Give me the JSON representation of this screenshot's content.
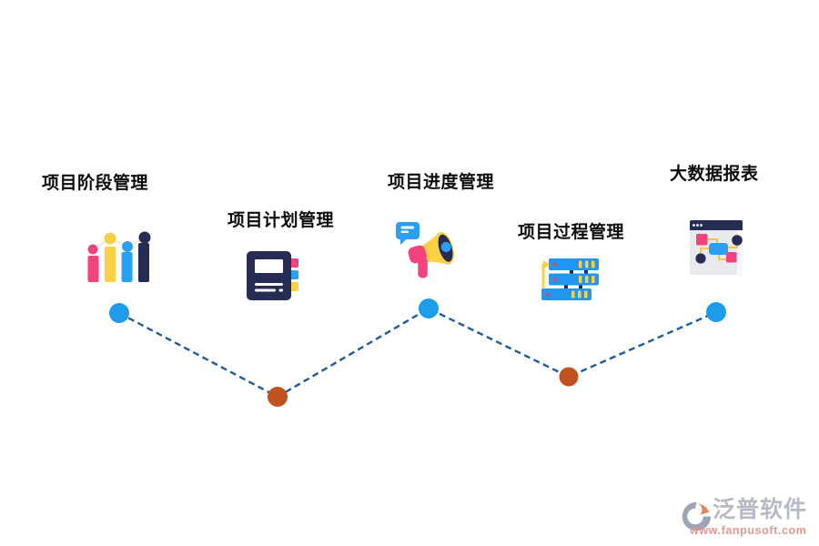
{
  "stages": [
    {
      "label": "项目阶段管理",
      "icon": "bar-chart-icon",
      "node_color": "#1e9ceb"
    },
    {
      "label": "项目计划管理",
      "icon": "notebook-icon",
      "node_color": "#c0521f"
    },
    {
      "label": "项目进度管理",
      "icon": "megaphone-icon",
      "node_color": "#1e9ceb"
    },
    {
      "label": "项目过程管理",
      "icon": "server-stack-icon",
      "node_color": "#c0521f"
    },
    {
      "label": "大数据报表",
      "icon": "report-window-icon",
      "node_color": "#1e9ceb"
    }
  ],
  "connector": {
    "style": "dashed",
    "color": "#1f5c9c"
  },
  "watermark": {
    "brand": "泛普软件",
    "url": "www.fanpusoft.com"
  },
  "colors": {
    "connector": "#1f5c9c",
    "node-blue": "#1e9ceb",
    "node-orange": "#c0521f",
    "icon-pink": "#f2437e",
    "icon-yellow": "#fcd044",
    "icon-blue": "#2aa0f4",
    "icon-navy": "#272c55",
    "server-blue": "#2196f3",
    "server-red": "#e8474d",
    "window-body": "#e9e9ee",
    "watermark-gray": "#b6bac7",
    "watermark-red": "#df9a94",
    "watermark-orange": "#e2855f",
    "watermark-logo-gray": "#9ba3b5"
  }
}
